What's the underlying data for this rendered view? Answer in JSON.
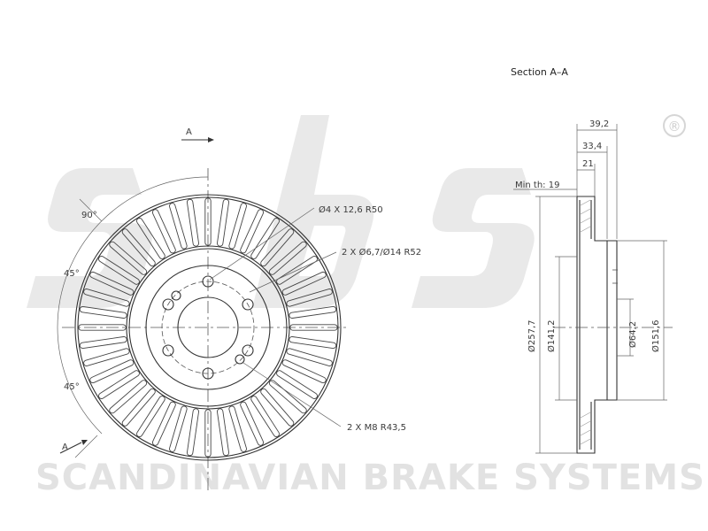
{
  "watermark": {
    "logo_text": "sbs",
    "registered_mark": "®",
    "brand_line": "SCANDINAVIAN BRAKE SYSTEMS"
  },
  "front_view": {
    "section_marker_top": "A",
    "section_marker_bottom": "A",
    "angle_90": "90°",
    "angle_45_upper": "45°",
    "angle_45_lower": "45°",
    "callout_holes_small": "Ø4 X 12,6   R50",
    "callout_holes_mid": "2 X Ø6,7/Ø14   R52",
    "callout_threads": "2 X M8   R43,5"
  },
  "section_view": {
    "title": "Section A–A",
    "width_overall": "39,2",
    "width_hat": "33,4",
    "thickness": "21",
    "min_thickness": "Min th: 19",
    "dia_outer": "Ø257,7",
    "dia_hub_outer": "Ø141,2",
    "dia_center": "Ø64,2",
    "dia_hat": "Ø151,6"
  }
}
